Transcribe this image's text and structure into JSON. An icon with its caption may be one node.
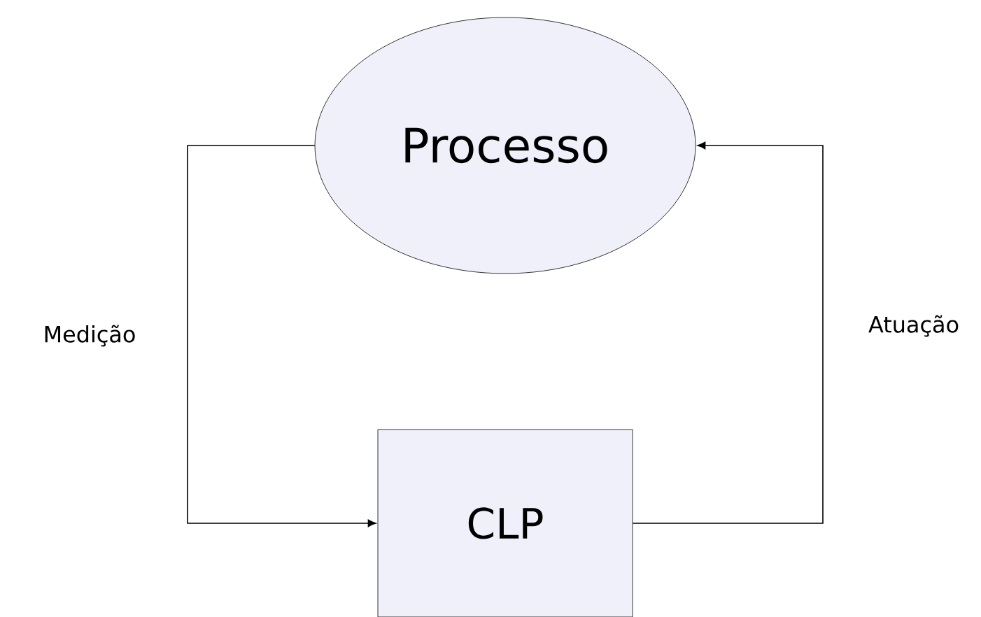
{
  "diagram": {
    "nodes": [
      {
        "text": [
          "Processo"
        ]
      },
      {
        "text": [
          "CLP"
        ]
      }
    ],
    "edges": [
      {
        "from": 0,
        "to": 1,
        "arrow": "to",
        "label": "Medição"
      },
      {
        "from": 1,
        "to": 0,
        "arrow": "to",
        "label": "Atuação"
      }
    ]
  }
}
